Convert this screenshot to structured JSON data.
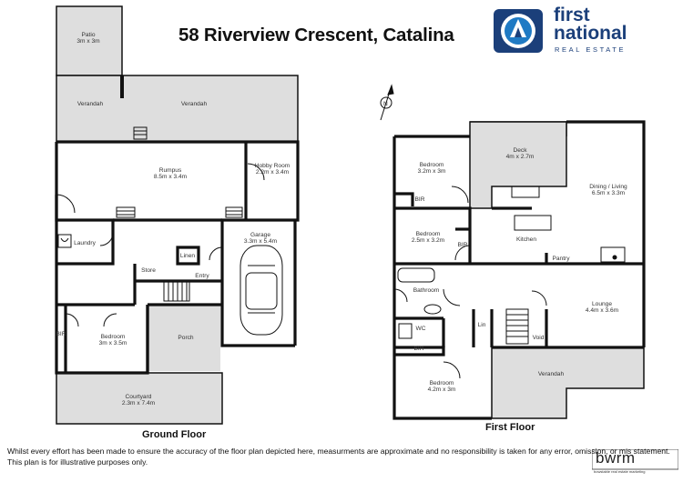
{
  "title": "58 Riverview Crescent,  Catalina",
  "logo": {
    "line1": "first",
    "line2": "national",
    "line3": "REAL ESTATE",
    "brand_color": "#1b3f7a",
    "accent_color": "#1f7ac4"
  },
  "ground_floor": {
    "label": "Ground Floor",
    "rooms": {
      "patio": {
        "name": "Patio",
        "size": "3m x 3m"
      },
      "verandah_left": {
        "name": "Verandah"
      },
      "verandah_main": {
        "name": "Verandah"
      },
      "rumpus": {
        "name": "Rumpus",
        "size": "8.5m x 3.4m"
      },
      "hobby": {
        "name": "Hobby Room",
        "size": "2.2m x 3.4m"
      },
      "laundry": {
        "name": "Laundry"
      },
      "linen": {
        "name": "Linen"
      },
      "store": {
        "name": "Store"
      },
      "entry": {
        "name": "Entry"
      },
      "garage": {
        "name": "Garage",
        "size": "3.3m x 5.4m"
      },
      "bir": {
        "name": "BIR"
      },
      "bedroom": {
        "name": "Bedroom",
        "size": "3m x 3.5m"
      },
      "porch": {
        "name": "Porch"
      },
      "courtyard": {
        "name": "Courtyard",
        "size": "2.3m x 7.4m"
      }
    }
  },
  "first_floor": {
    "label": "First Floor",
    "rooms": {
      "bedroom1": {
        "name": "Bedroom",
        "size": "3.2m x 3m"
      },
      "deck": {
        "name": "Deck",
        "size": "4m x 2.7m"
      },
      "dining": {
        "name": "Dining / Living",
        "size": "6.5m x 3.3m"
      },
      "bir1": {
        "name": "BIR"
      },
      "bedroom2": {
        "name": "Bedroom",
        "size": "2.5m x 3.2m"
      },
      "bir2": {
        "name": "BIR"
      },
      "kitchen": {
        "name": "Kitchen"
      },
      "pantry": {
        "name": "Pantry"
      },
      "bathroom": {
        "name": "Bathroom"
      },
      "lounge": {
        "name": "Lounge",
        "size": "4.4m x 3.6m"
      },
      "wc": {
        "name": "WC"
      },
      "lin": {
        "name": "Lin"
      },
      "void": {
        "name": "Void"
      },
      "bir3": {
        "name": "BIR"
      },
      "verandah": {
        "name": "Verandah"
      },
      "bedroom3": {
        "name": "Bedroom",
        "size": "4.2m x 3m"
      }
    }
  },
  "compass": {
    "label": "N"
  },
  "disclaimer": {
    "line1": "Whilst every effort has been made to ensure the accuracy of the floor plan depicted here, measurments are approximate and no responsibility is taken for any error, omission, or mis statement.",
    "line2": "This plan is for illustrative purposes only."
  },
  "bwrm": {
    "name": "bwrm",
    "tagline": "bowstable real estate marketing"
  },
  "colors": {
    "outdoor": "#dedede",
    "wall": "#111111"
  }
}
